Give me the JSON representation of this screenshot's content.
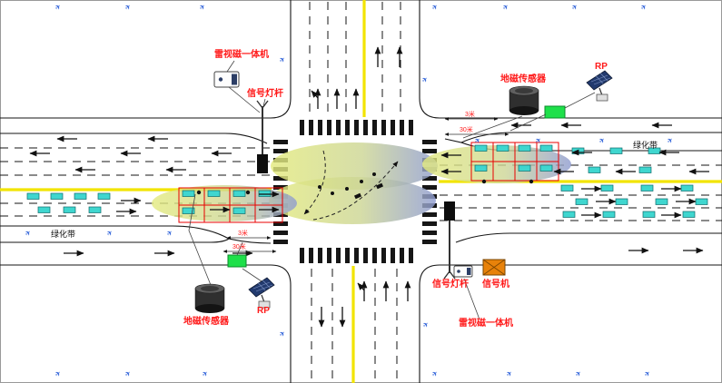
{
  "diagram": {
    "type": "intersection-equipment-layout",
    "labels": {
      "radar_unit_north": "雷视磁一体机",
      "signal_pole_north": "信号灯杆",
      "geo_sensor_east": "地磁传感器",
      "rp_east": "RP",
      "belt_east": "绿化带",
      "belt_west": "绿化带",
      "geo_sensor_west": "地磁传感器",
      "rp_west": "RP",
      "signal_pole_south": "信号灯杆",
      "signal_controller": "信号机",
      "radar_unit_south": "雷视磁一体机",
      "dim_3m_east": "3米",
      "dim_30m_east": "30米",
      "dim_3m_west": "3米",
      "dim_30m_west": "30米"
    },
    "icons": {
      "lamp": "✈"
    },
    "colors": {
      "label_red": "#ff1a1a",
      "vehicle": "#3fd6cf",
      "yellow_line": "#f2e400",
      "cabinet_green": "#1ee04a",
      "detection_grid_red": "#e80000",
      "beam_start": "#e3ea7d",
      "beam_end": "#8e9bd0",
      "signal_controller_orange": "#e8820a",
      "lamp_blue": "#2b5fd9",
      "road_background": "#ffffff"
    }
  }
}
